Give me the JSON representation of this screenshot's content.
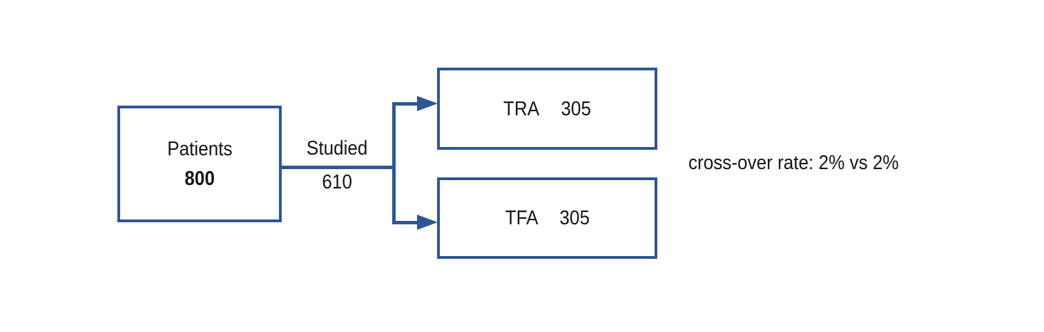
{
  "colors": {
    "accent": "#2F5597",
    "text": "#151515",
    "background": "#FFFFFF"
  },
  "diagram": {
    "source_box": {
      "label": "Patients",
      "value": "800"
    },
    "edge": {
      "label": "Studied",
      "count": "610"
    },
    "branch_boxes": [
      {
        "label": "TRA",
        "value": "305"
      },
      {
        "label": "TFA",
        "value": "305"
      }
    ],
    "annotation": "cross-over rate: 2% vs 2%"
  }
}
